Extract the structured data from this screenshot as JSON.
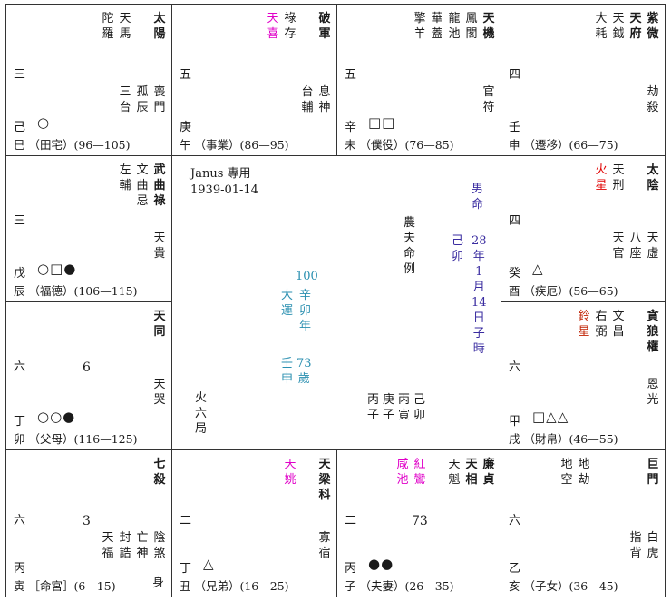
{
  "center": {
    "title": "Janus 專用",
    "date": "1939-01-14",
    "gender": [
      "男",
      "命"
    ],
    "bazi_col1": [
      "己",
      "卯"
    ],
    "bazi_col2": [
      "28",
      "年",
      "1",
      "月",
      "14",
      "日",
      "子",
      "時"
    ],
    "lunar": [
      "農",
      "夫",
      "命",
      "例"
    ],
    "yun_num": "100",
    "yun_col1": [
      "大",
      "運"
    ],
    "yun_col2": [
      "辛",
      "卯",
      "年"
    ],
    "yun_bottom1": [
      "壬",
      "申"
    ],
    "yun_bottom2": [
      "73",
      "歲"
    ],
    "ju": [
      "火",
      "六",
      "局"
    ],
    "bazi_gz": [
      [
        "丙",
        "子"
      ],
      [
        "庚",
        "子"
      ],
      [
        "丙",
        "寅"
      ],
      [
        "己",
        "卯"
      ]
    ]
  },
  "palaces": [
    {
      "id": "si",
      "stars": [
        {
          "chars": [
            "太",
            "陽"
          ],
          "cls": "main"
        },
        {
          "chars": [
            "",
            "",
            ""
          ]
        },
        {
          "chars": [
            "天",
            "馬"
          ]
        },
        {
          "chars": [
            "陀",
            "羅"
          ]
        }
      ],
      "num": "三",
      "small": [
        {
          "chars": [
            "喪",
            "門"
          ]
        },
        {
          "chars": [
            "孤",
            "辰"
          ]
        },
        {
          "chars": [
            "三",
            "台"
          ]
        }
      ],
      "gan": "己",
      "marks": "○",
      "bottom": "巳 （田宅）(96—105)"
    },
    {
      "id": "wu",
      "stars": [
        {
          "chars": [
            "破",
            "軍"
          ],
          "cls": "main"
        },
        {
          "chars": [
            "",
            ""
          ]
        },
        {
          "chars": [
            "祿",
            "存"
          ]
        },
        {
          "chars": [
            "天",
            "喜"
          ],
          "cls": "magenta"
        }
      ],
      "num": "五",
      "small": [
        {
          "chars": [
            "息",
            "神"
          ]
        },
        {
          "chars": [
            "台",
            "輔"
          ]
        }
      ],
      "gan": "庚",
      "marks": "",
      "bottom": "午 （事業）(86—95)"
    },
    {
      "id": "wei",
      "stars": [
        {
          "chars": [
            "天",
            "機"
          ],
          "cls": "main"
        },
        {
          "chars": [
            "鳳",
            "閣"
          ]
        },
        {
          "chars": [
            "龍",
            "池"
          ]
        },
        {
          "chars": [
            "華",
            "蓋"
          ]
        },
        {
          "chars": [
            "擎",
            "羊"
          ]
        }
      ],
      "num": "五",
      "small": [
        {
          "chars": [
            "官",
            "符"
          ]
        }
      ],
      "gan": "辛",
      "marks": "□□",
      "bottom": "未 （僕役）(76—85)"
    },
    {
      "id": "shen",
      "stars": [
        {
          "chars": [
            "紫",
            "微"
          ],
          "cls": "main"
        },
        {
          "chars": [
            "天",
            "府"
          ],
          "cls": "main"
        },
        {
          "chars": [
            "天",
            "鉞"
          ]
        },
        {
          "chars": [
            "大",
            "耗"
          ]
        }
      ],
      "num": "四",
      "small": [
        {
          "chars": [
            "劫",
            "殺"
          ]
        }
      ],
      "gan": "壬",
      "marks": "",
      "bottom": "申 （遷移）(66—75)"
    },
    {
      "id": "chen",
      "stars": [
        {
          "chars": [
            "武",
            "曲",
            "祿"
          ],
          "cls": "main"
        },
        {
          "chars": [
            "文",
            "曲",
            "忌"
          ]
        },
        {
          "chars": [
            "左",
            "輔"
          ]
        }
      ],
      "num": "三",
      "small": [
        {
          "chars": [
            "天",
            "貴"
          ]
        }
      ],
      "gan": "戊",
      "marks": "○□●",
      "bottom": "辰 （福德）(106—115)"
    },
    {
      "id": "you",
      "stars": [
        {
          "chars": [
            "太",
            "陰"
          ],
          "cls": "main"
        },
        {
          "chars": [
            ""
          ]
        },
        {
          "chars": [
            "天",
            "刑"
          ]
        },
        {
          "chars": [
            "火",
            "星"
          ],
          "cls": "red"
        }
      ],
      "num": "四",
      "small": [
        {
          "chars": [
            "天",
            "虛"
          ]
        },
        {
          "chars": [
            "八",
            "座"
          ]
        },
        {
          "chars": [
            "天",
            "官"
          ]
        }
      ],
      "gan": "癸",
      "marks": "△",
      "bottom": "酉 （疾厄）(56—65)"
    },
    {
      "id": "mao",
      "stars": [
        {
          "chars": [
            "天",
            "同"
          ],
          "cls": "main"
        }
      ],
      "num": "六",
      "extra": "6",
      "small": [
        {
          "chars": [
            "天",
            "哭"
          ]
        }
      ],
      "gan": "丁",
      "marks": "○○●",
      "bottom": "卯 （父母）(116—125)"
    },
    {
      "id": "xu",
      "stars": [
        {
          "chars": [
            "貪",
            "狼",
            "權"
          ],
          "cls": "main"
        },
        {
          "chars": [
            ""
          ]
        },
        {
          "chars": [
            "文",
            "昌"
          ]
        },
        {
          "chars": [
            "右",
            "弼"
          ]
        },
        {
          "chars": [
            "鈴",
            "星"
          ],
          "cls": "brown"
        }
      ],
      "num": "六",
      "small": [
        {
          "chars": [
            "恩",
            "光"
          ]
        }
      ],
      "gan": "甲",
      "marks": "□△△",
      "bottom": "戌 （財帛）(46—55)"
    },
    {
      "id": "yin",
      "stars": [
        {
          "chars": [
            "七",
            "殺"
          ],
          "cls": "main"
        }
      ],
      "num": "六",
      "extra": "3",
      "small": [
        {
          "chars": [
            "陰",
            "煞"
          ]
        },
        {
          "chars": [
            "亡",
            "神"
          ]
        },
        {
          "chars": [
            "封",
            "誥"
          ]
        },
        {
          "chars": [
            "天",
            "福"
          ]
        }
      ],
      "gan": "丙",
      "marks": "",
      "bottom": "寅 ［命宮］(6—15)",
      "shen": "身"
    },
    {
      "id": "chou",
      "stars": [
        {
          "chars": [
            "天",
            "梁",
            "科"
          ],
          "cls": "main"
        },
        {
          "chars": [
            "",
            "",
            ""
          ]
        },
        {
          "chars": [
            "天",
            "姚"
          ],
          "cls": "magenta"
        }
      ],
      "num": "二",
      "small": [
        {
          "chars": [
            "寡",
            "宿"
          ]
        }
      ],
      "gan": "丁",
      "marks": "△",
      "bottom": "丑 （兄弟）(16—25)"
    },
    {
      "id": "zi",
      "stars": [
        {
          "chars": [
            "廉",
            "貞"
          ],
          "cls": "main"
        },
        {
          "chars": [
            "天",
            "相"
          ],
          "cls": "main"
        },
        {
          "chars": [
            "天",
            "魁"
          ]
        },
        {
          "chars": [
            "",
            ""
          ]
        },
        {
          "chars": [
            "紅",
            "鸞"
          ],
          "cls": "magenta"
        },
        {
          "chars": [
            "咸",
            "池"
          ],
          "cls": "magenta"
        }
      ],
      "num": "二",
      "extra": "73",
      "small": [],
      "gan": "丙",
      "marks": "●●",
      "bottom": "子 （夫妻）(26—35)"
    },
    {
      "id": "hai",
      "stars": [
        {
          "chars": [
            "巨",
            "門"
          ],
          "cls": "main"
        },
        {
          "chars": [
            "",
            ""
          ]
        },
        {
          "chars": [
            "",
            ""
          ]
        },
        {
          "chars": [
            "",
            ""
          ]
        },
        {
          "chars": [
            "地",
            "劫"
          ]
        },
        {
          "chars": [
            "地",
            "空"
          ]
        }
      ],
      "num": "六",
      "small": [
        {
          "chars": [
            "白",
            "虎"
          ]
        },
        {
          "chars": [
            "指",
            "背"
          ]
        }
      ],
      "gan": "乙",
      "marks": "",
      "bottom": "亥 （子女）(36—45)"
    }
  ]
}
